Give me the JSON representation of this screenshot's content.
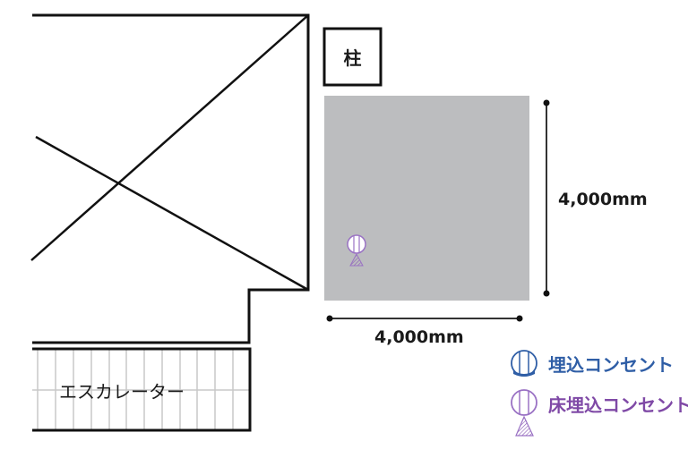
{
  "plan": {
    "pillar_label": "柱",
    "escalator_label": "エスカレーター",
    "space": {
      "width_label": "4,000mm",
      "height_label": "4,000mm",
      "fill_color": "#bcbdbf"
    }
  },
  "legend": {
    "items": [
      {
        "icon": "wall-outlet-icon",
        "label": "埋込コンセント",
        "color": "#2f5ea6"
      },
      {
        "icon": "floor-outlet-icon",
        "label": "床埋込コンセント",
        "color": "#7f49a6"
      }
    ]
  }
}
